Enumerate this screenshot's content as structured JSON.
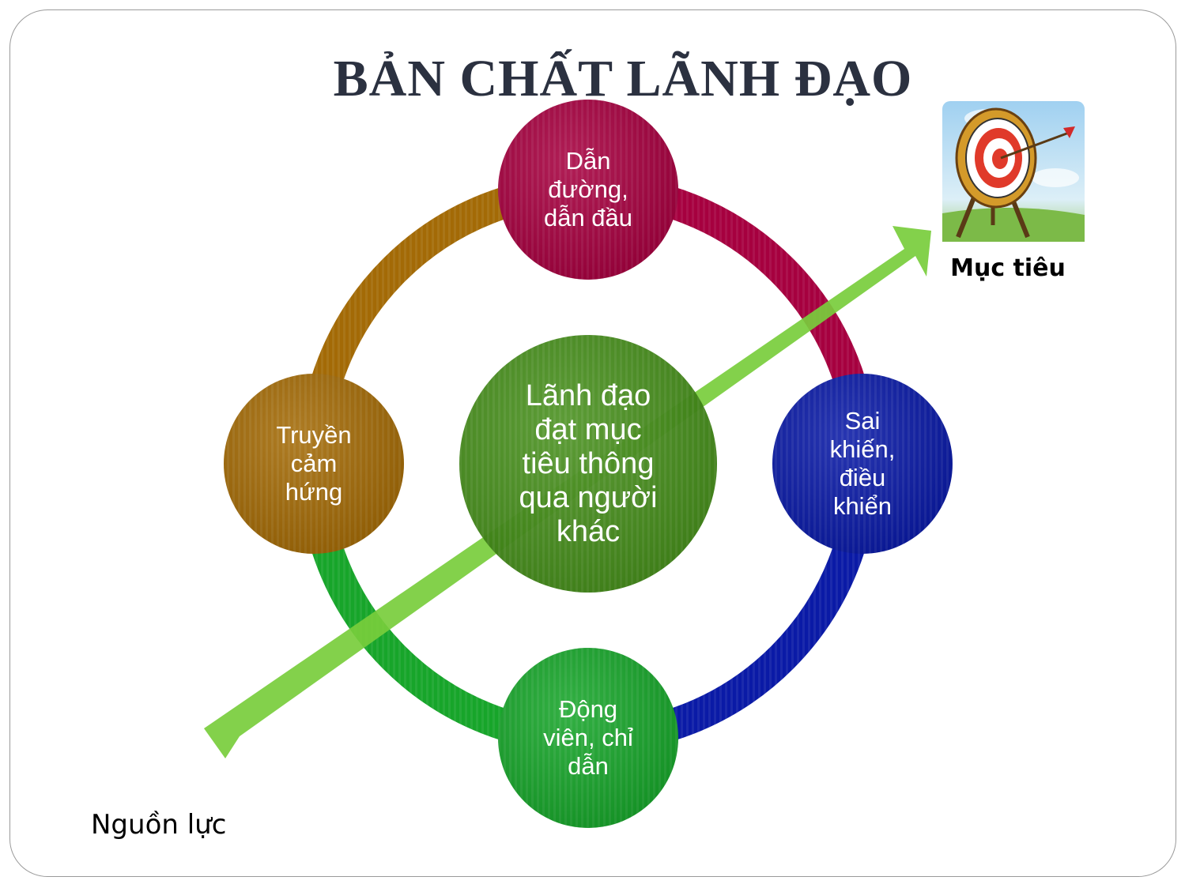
{
  "slide": {
    "title": "BẢN CHẤT LÃNH ĐẠO"
  },
  "diagram": {
    "center": {
      "text": "Lãnh đạo\nđạt mục\ntiêu thông\nqua người\nkhác",
      "color": "#3f8a13"
    },
    "nodes": [
      {
        "id": "top",
        "text": "Dẫn\nđường,\ndẫn đầu",
        "color": "#a6003f"
      },
      {
        "id": "right",
        "text": "Sai\nkhiến,\nđiều\nkhiển",
        "color": "#0a1aa6"
      },
      {
        "id": "bottom",
        "text": "Động\nviên, chỉ\ndẫn",
        "color": "#17a52a"
      },
      {
        "id": "left",
        "text": "Truyền\ncảm\nhứng",
        "color": "#a36a06"
      }
    ],
    "arrow_color": "#78cd3c",
    "goal_label": "Mục tiêu",
    "resource_label": "Nguồn lực",
    "goal_icon": "archery-target-icon"
  }
}
